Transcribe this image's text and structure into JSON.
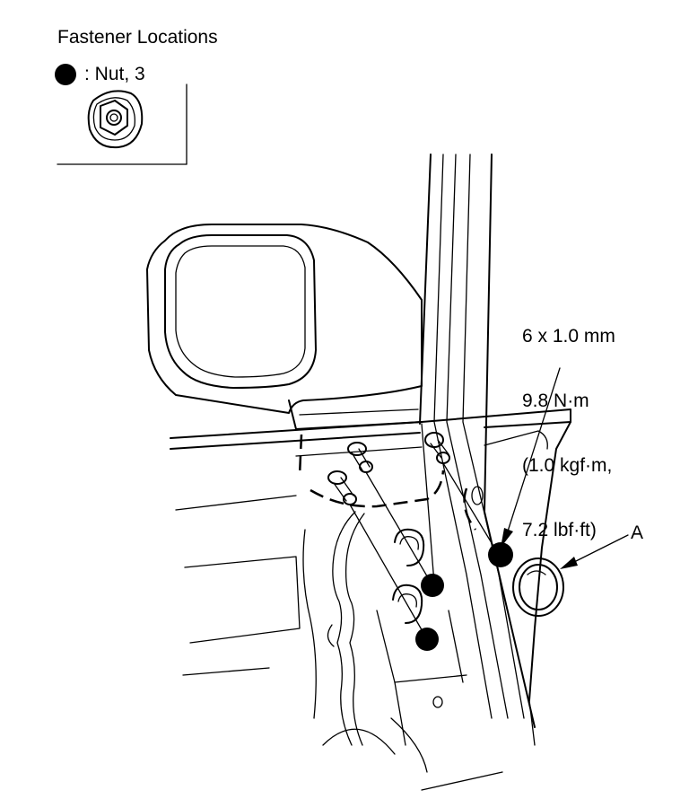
{
  "legend": {
    "title": "Fastener Locations",
    "item": ": Nut, 3",
    "fastener_icon": "flange-nut-icon"
  },
  "spec": {
    "lines": [
      "6 x 1.0 mm",
      "9.8 N·m",
      "(1.0 kgf·m,",
      "7.2 lbf·ft)"
    ]
  },
  "callouts": {
    "a": "A"
  },
  "colors": {
    "ink": "#000000",
    "paper": "#ffffff"
  }
}
